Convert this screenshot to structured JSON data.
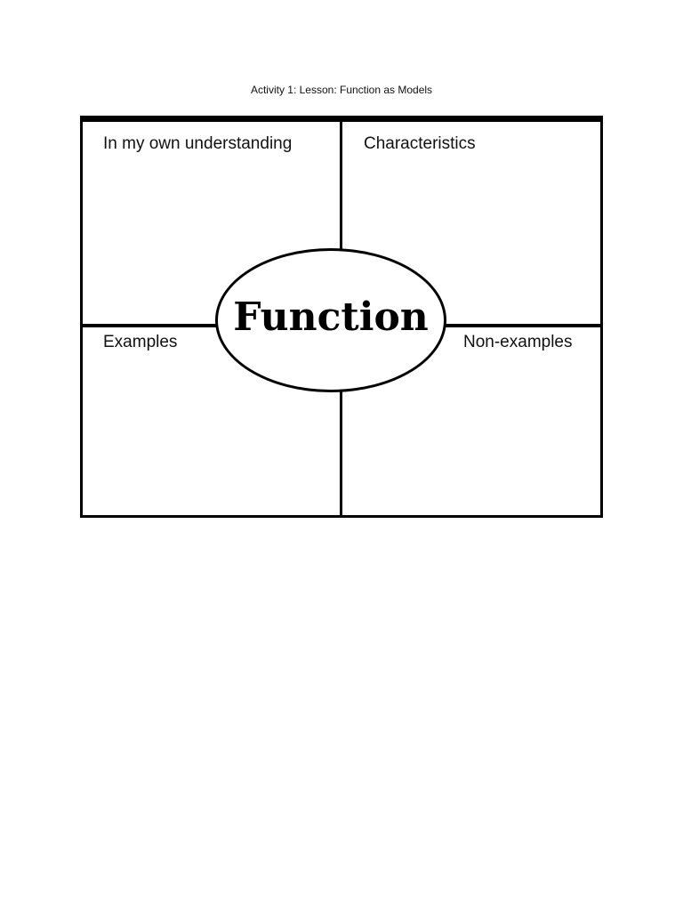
{
  "document": {
    "title": "Activity 1: Lesson: Function as Models"
  },
  "frayer_model": {
    "center_word": "Function",
    "quadrants": {
      "top_left": "In my own understanding",
      "top_right": "Characteristics",
      "bottom_left": "Examples",
      "bottom_right": "Non-examples"
    }
  },
  "colors": {
    "background": "#ffffff",
    "ink": "#000000"
  }
}
